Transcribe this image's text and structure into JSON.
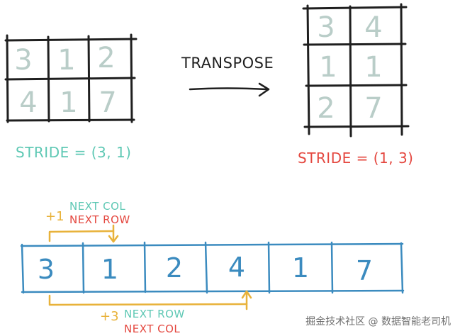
{
  "diagram": {
    "original_matrix": {
      "rows": [
        [
          "3",
          "1",
          "2"
        ],
        [
          "4",
          "1",
          "7"
        ]
      ],
      "stride": "STRIDE = (3, 1)"
    },
    "transpose": {
      "label": "TRANSPOSE"
    },
    "transposed_matrix": {
      "rows": [
        [
          "3",
          "4"
        ],
        [
          "1",
          "1"
        ],
        [
          "2",
          "7"
        ]
      ],
      "stride": "STRIDE = (1, 3)"
    },
    "memory": {
      "cells": [
        "3",
        "1",
        "2",
        "4",
        "1",
        "7"
      ],
      "top_step": "+1",
      "top_next_col": "NEXT COL",
      "top_next_row": "NEXT ROW",
      "bottom_step": "+3",
      "bottom_next_row": "NEXT ROW",
      "bottom_next_col": "NEXT COL"
    },
    "watermark": "掘金技术社区 @ 数据智能老司机",
    "colors": {
      "ink": "#1f1f1f",
      "faded_digit": "#b9cdc8",
      "teal": "#5ec8b4",
      "red": "#e4473f",
      "blue": "#3b8bbf",
      "orange": "#e8b23a",
      "gray": "#6f6f6f"
    }
  }
}
